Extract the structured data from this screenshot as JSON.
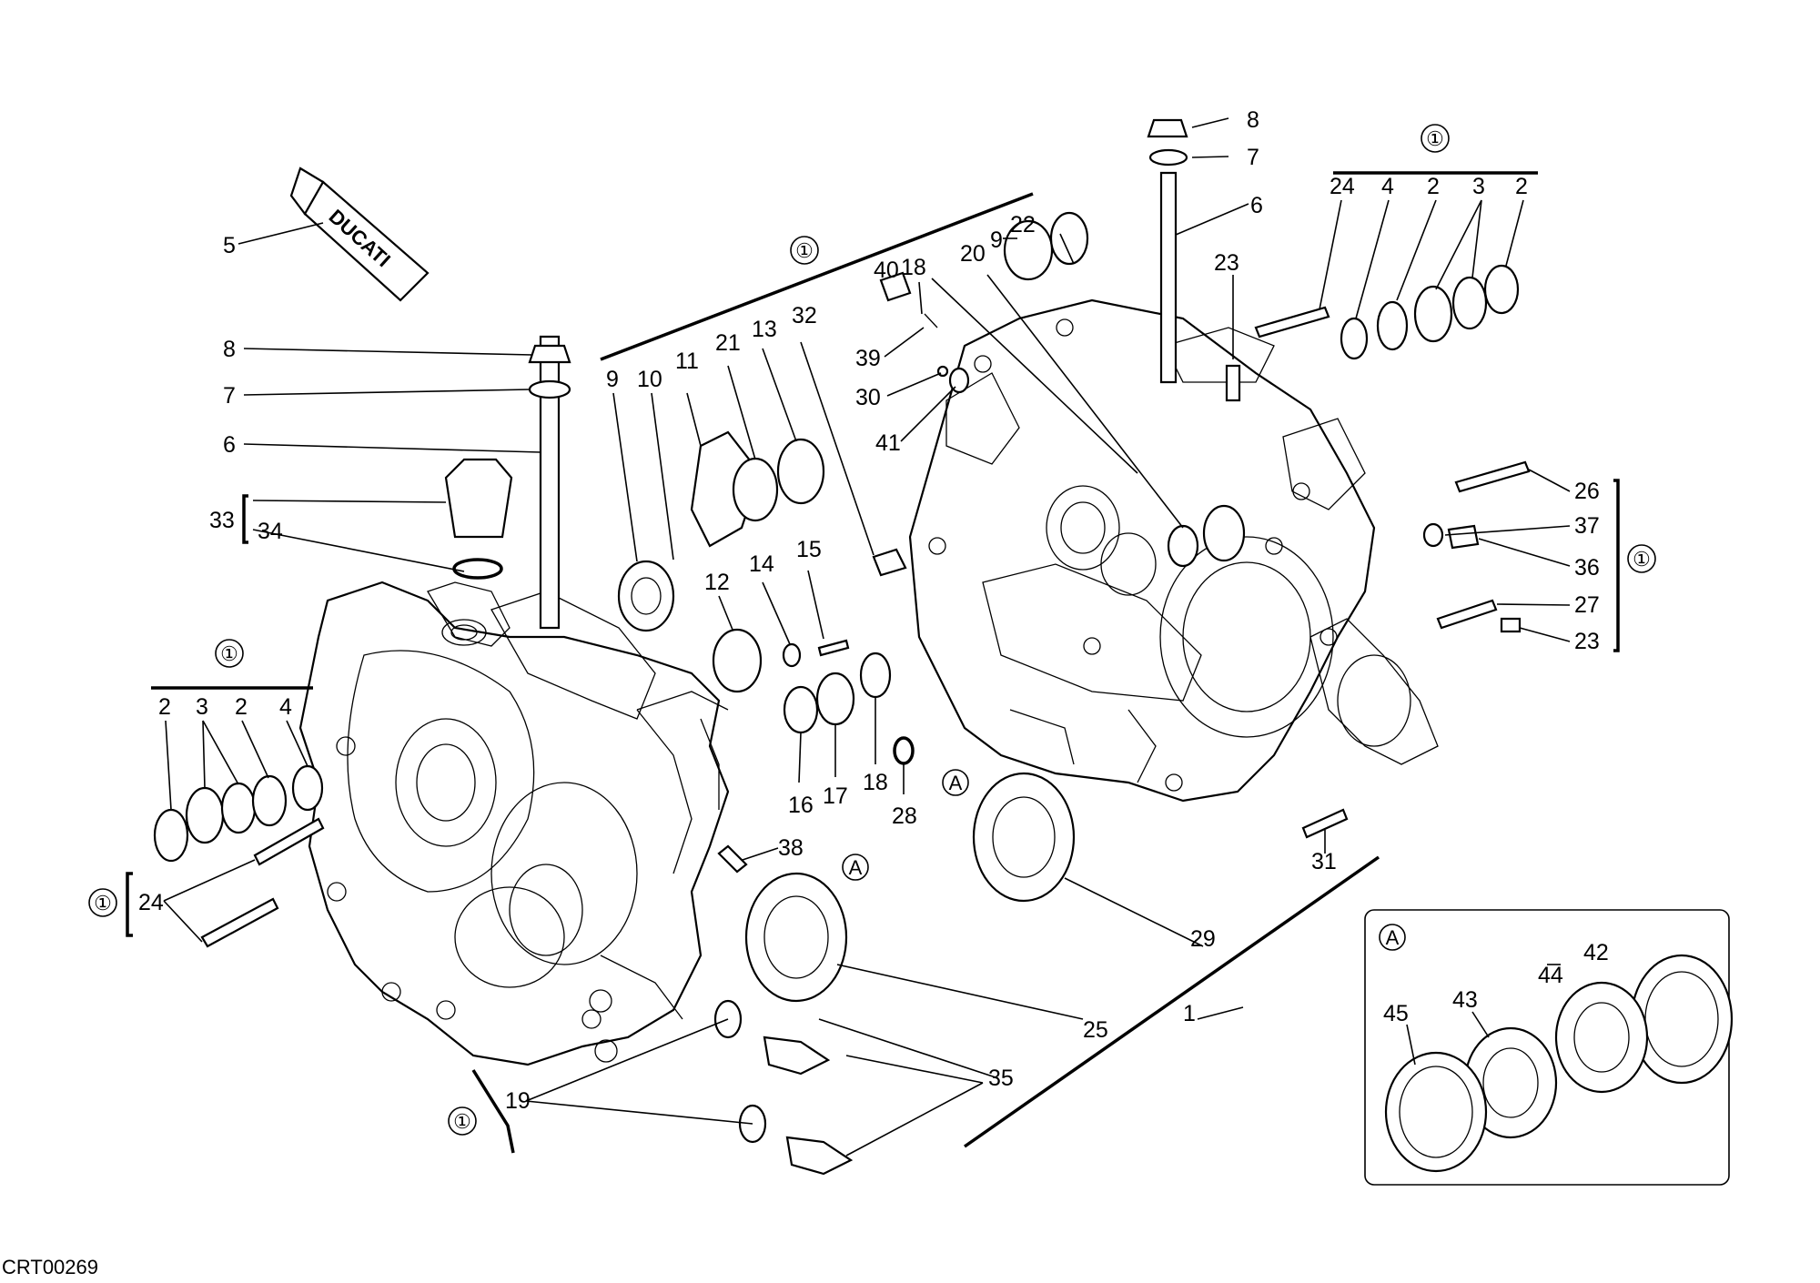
{
  "diagram": {
    "drawing_code": "CRT00269",
    "brand_text": "DUCATI",
    "group_marker": "①",
    "detail_marker": "A",
    "callouts": [
      "1",
      "2",
      "3",
      "4",
      "5",
      "6",
      "7",
      "8",
      "9",
      "10",
      "11",
      "12",
      "13",
      "14",
      "15",
      "16",
      "17",
      "18",
      "19",
      "20",
      "21",
      "22",
      "23",
      "24",
      "25",
      "26",
      "27",
      "28",
      "29",
      "30",
      "31",
      "32",
      "33",
      "34",
      "35",
      "36",
      "37",
      "38",
      "39",
      "40",
      "41",
      "42",
      "43",
      "44",
      "45"
    ]
  }
}
